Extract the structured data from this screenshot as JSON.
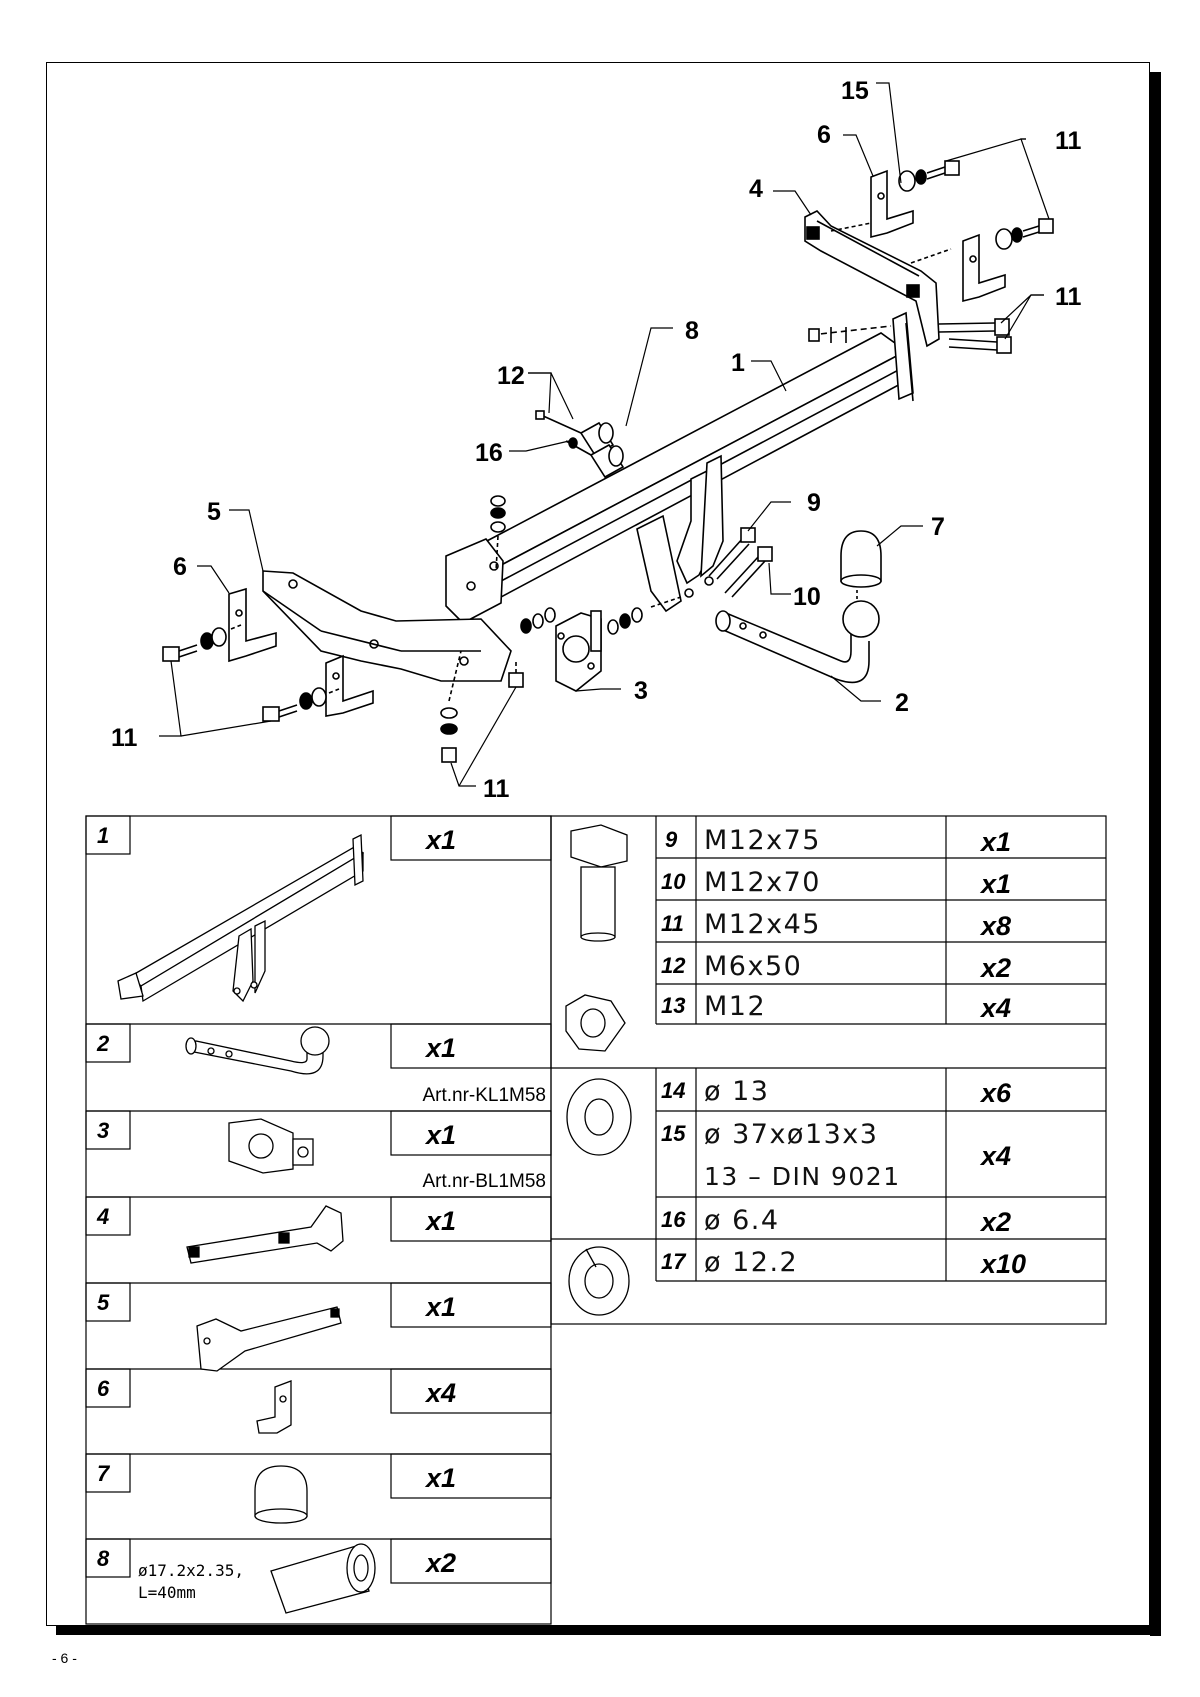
{
  "page": {
    "number": "- 6 -"
  },
  "callouts": {
    "c15": "15",
    "c6a": "6",
    "c11a": "11",
    "c4": "4",
    "c11b": "11",
    "c8": "8",
    "c1": "1",
    "c12": "12",
    "c16": "16",
    "c9": "9",
    "c7": "7",
    "c5": "5",
    "c6b": "6",
    "c10": "10",
    "c3": "3",
    "c2": "2",
    "c11c": "11",
    "c11d": "11"
  },
  "parts_left": [
    {
      "num": "1",
      "qty": "x1",
      "art": ""
    },
    {
      "num": "2",
      "qty": "x1",
      "art": "Art.nr-KL1M58"
    },
    {
      "num": "3",
      "qty": "x1",
      "art": "Art.nr-BL1M58"
    },
    {
      "num": "4",
      "qty": "x1",
      "art": ""
    },
    {
      "num": "5",
      "qty": "x1",
      "art": ""
    },
    {
      "num": "6",
      "qty": "x4",
      "art": ""
    },
    {
      "num": "7",
      "qty": "x1",
      "art": ""
    },
    {
      "num": "8",
      "qty": "x2",
      "art": "",
      "note1": "ø17.2x2.35,",
      "note2": "L=40mm"
    }
  ],
  "parts_right": [
    {
      "num": "9",
      "spec": "M12x75",
      "qty": "x1"
    },
    {
      "num": "10",
      "spec": "M12x70",
      "qty": "x1"
    },
    {
      "num": "11",
      "spec": "M12x45",
      "qty": "x8"
    },
    {
      "num": "12",
      "spec": "M6x50",
      "qty": "x2"
    },
    {
      "num": "13",
      "spec": "M12",
      "qty": "x4"
    },
    {
      "num": "14",
      "spec": "ø 13",
      "qty": "x6"
    },
    {
      "num": "15",
      "spec": "ø 37xø13x3",
      "spec2": "13 – DIN 9021",
      "qty": "x4"
    },
    {
      "num": "16",
      "spec": "ø 6.4",
      "qty": "x2"
    },
    {
      "num": "17",
      "spec": "ø 12.2",
      "qty": "x10"
    }
  ]
}
